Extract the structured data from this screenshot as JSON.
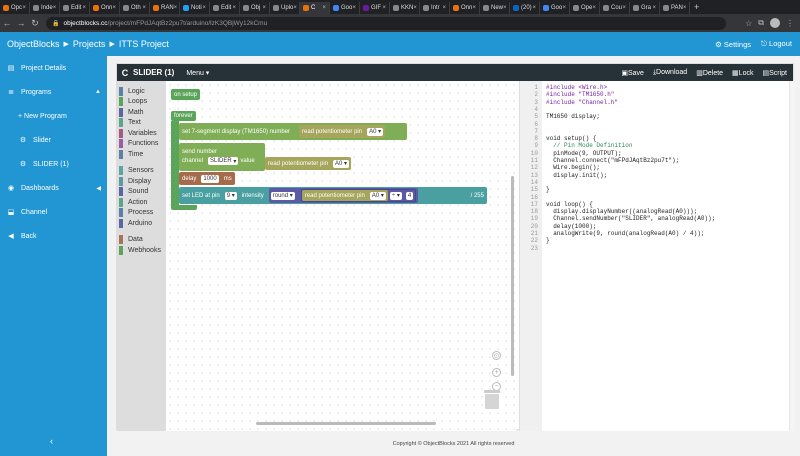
{
  "browser": {
    "tabs": [
      {
        "label": "Opc",
        "color": "#e8710a"
      },
      {
        "label": "Inde",
        "color": "#888888"
      },
      {
        "label": "Edit",
        "color": "#888888"
      },
      {
        "label": "Onn",
        "color": "#e8710a"
      },
      {
        "label": "Oth",
        "color": "#888888"
      },
      {
        "label": "RAN",
        "color": "#e8710a"
      },
      {
        "label": "Noti",
        "color": "#1da1f2"
      },
      {
        "label": "Edit",
        "color": "#888888"
      },
      {
        "label": "Obj",
        "color": "#888888"
      },
      {
        "label": "Uplo",
        "color": "#888888"
      },
      {
        "label": "C",
        "color": "#e8710a"
      },
      {
        "label": "Goo",
        "color": "#4285f4"
      },
      {
        "label": "GIF",
        "color": "#6a1b9a"
      },
      {
        "label": "KKN",
        "color": "#888888"
      },
      {
        "label": "Intr",
        "color": "#888888"
      },
      {
        "label": "Onn",
        "color": "#e8710a"
      },
      {
        "label": "New",
        "color": "#888888"
      },
      {
        "label": "(20)",
        "color": "#0a66c2"
      },
      {
        "label": "Goo",
        "color": "#4285f4"
      },
      {
        "label": "Ope",
        "color": "#888888"
      },
      {
        "label": "Cou",
        "color": "#888888"
      },
      {
        "label": "Gra",
        "color": "#888888"
      },
      {
        "label": "PAN",
        "color": "#888888"
      }
    ],
    "url_host": "objectblocks.cc",
    "url_path": "/project/mFPdJAqtBz2pu7t/arduino/lzK3QBjWy12kCmu"
  },
  "header": {
    "brand": "ObjectBlocks",
    "breadcrumb_projects": "Projects",
    "breadcrumb_project": "ITTS Project",
    "settings": "Settings",
    "logout": "Logout"
  },
  "sidebar": {
    "project_details": "Project Details",
    "programs": "Programs",
    "new_program": "+ New Program",
    "program_1": "Slider",
    "program_2": "SLIDER (1)",
    "dashboards": "Dashboards",
    "channel": "Channel",
    "back": "Back"
  },
  "toolbar": {
    "title": "SLIDER (1)",
    "menu": "Menu",
    "save": "Save",
    "download": "Download",
    "delete": "Delete",
    "lock": "Lock",
    "script": "Script"
  },
  "categories": [
    {
      "label": "Logic",
      "color": "#5b80a5"
    },
    {
      "label": "Loops",
      "color": "#5ba55b"
    },
    {
      "label": "Math",
      "color": "#5b67a5"
    },
    {
      "label": "Text",
      "color": "#5ba58c"
    },
    {
      "label": "Variables",
      "color": "#a55b80"
    },
    {
      "label": "Functions",
      "color": "#995ba5"
    },
    {
      "label": "Time",
      "color": "#5b80a5"
    },
    {
      "label": "Sensors",
      "color": "#5ba5a5"
    },
    {
      "label": "Display",
      "color": "#5b99a5"
    },
    {
      "label": "Sound",
      "color": "#5b67a5"
    },
    {
      "label": "Action",
      "color": "#5ba58c"
    },
    {
      "label": "Process",
      "color": "#5b80a5"
    },
    {
      "label": "Arduino",
      "color": "#5b67a5"
    },
    {
      "label": "Data",
      "color": "#a5745b"
    },
    {
      "label": "Webhooks",
      "color": "#5ba55b"
    }
  ],
  "blocks": {
    "on_setup": "on setup",
    "forever": "forever",
    "set_7seg": "set 7-segment display (TM1650) number",
    "read_pot": "read potentiometer pin",
    "pin_a0": "A0",
    "send_number": "send number",
    "channel": "channel",
    "channel_value": "SLIDER",
    "value": "value",
    "delay": "delay",
    "delay_value": "1000",
    "ms": "ms",
    "set_led": "set LED at pin",
    "led_pin": "9",
    "intensity": "intensity",
    "round": "round",
    "divide_op": "÷",
    "divisor": "4",
    "scale": "/ 255"
  },
  "code": [
    "#include <Wire.h>",
    "#include \"TM1650.h\"",
    "#include \"Channel.h\"",
    "",
    "TM1650 display;",
    "",
    "",
    "void setup() {",
    "  // Pin Mode Definition",
    "  pinMode(9, OUTPUT);",
    "  Channel.connect(\"mFPdJAqtBz2pu7t\");",
    "  Wire.begin();",
    "  display.init();",
    "",
    "}",
    "",
    "void loop() {",
    "  display.displayNumber((analogRead(A0)));",
    "  Channel.sendNumber(\"SLIDER\", analogRead(A0));",
    "  delay(1000);",
    "  analogWrite(9, round(analogRead(A0) / 4));",
    "}",
    ""
  ],
  "footer": "Copyright © ObjectBlocks 2021 All rights reserved"
}
